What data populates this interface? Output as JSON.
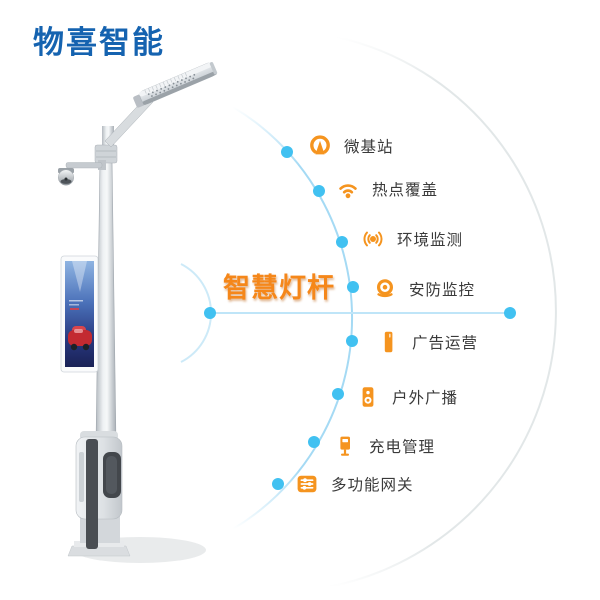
{
  "logo": {
    "text": "物喜智能"
  },
  "diagram": {
    "center_label": "智慧灯杆"
  },
  "features": [
    {
      "label": "微基站",
      "icon": "micro-base-station-icon"
    },
    {
      "label": "热点覆盖",
      "icon": "wifi-icon"
    },
    {
      "label": "环境监测",
      "icon": "signal-waves-icon"
    },
    {
      "label": "安防监控",
      "icon": "security-camera-icon"
    },
    {
      "label": "广告运营",
      "icon": "billboard-icon"
    },
    {
      "label": "户外广播",
      "icon": "loudspeaker-icon"
    },
    {
      "label": "充电管理",
      "icon": "charging-pile-icon"
    },
    {
      "label": "多功能网关",
      "icon": "gateway-icon"
    }
  ],
  "illustration": {
    "name": "smart-light-pole",
    "parts": [
      "street-lamp-head",
      "cctv-camera",
      "led-ad-display",
      "charging-cabinet",
      "pole-base"
    ]
  },
  "colors": {
    "logo_blue": "#1563b0",
    "accent_orange": "#f5871a",
    "icon_orange": "#f5941f",
    "label_text": "#3a3a3a",
    "dot_blue": "#41c1f1",
    "arc_blue": "#a5daf4",
    "line_blue": "#bfe5f8",
    "outer_circle": "#e2e7e8"
  }
}
